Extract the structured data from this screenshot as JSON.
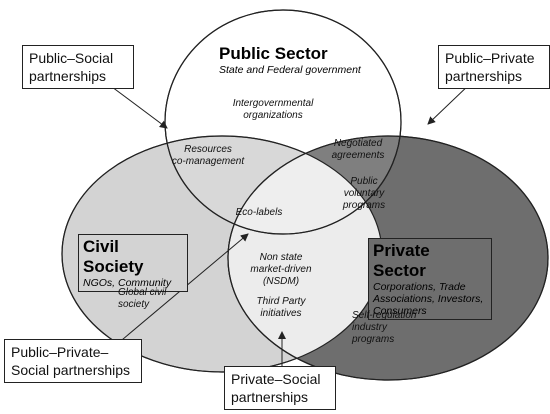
{
  "colors": {
    "civil_fill": "#d3d3d3",
    "private_fill": "#6e6e6e",
    "public_fill": "#ffffff",
    "center_fill": "#ececec",
    "stroke": "#222222"
  },
  "sectors": {
    "public": {
      "title": "Public Sector",
      "subtitle": "State and Federal government"
    },
    "civil": {
      "title": "Civil Society",
      "subtitle": "NGOs, Community"
    },
    "private": {
      "title": "Private Sector",
      "subtitle": "Corporations, Trade\nAssociations, Investors,\nConsumers"
    }
  },
  "regions": {
    "intergovernmental": "Intergovernmental\norganizations",
    "resources": "Resources\nco-management",
    "negotiated": "Negotiated\nagreements",
    "public_voluntary": "Public\nvoluntary\nprograms",
    "eco_labels": "Eco-labels",
    "nsdm": "Non state\nmarket-driven\n(NSDM)",
    "third_party": "Third Party\ninitiatives",
    "global_civil": "Global civil\nsociety",
    "self_regulation": "Self-regulation\nindustry\nprograms"
  },
  "callouts": {
    "public_social": "Public–Social\npartnerships",
    "public_private": "Public–Private\npartnerships",
    "public_private_social": "Public–Private–\nSocial partnerships",
    "private_social": "Private–Social\npartnerships"
  }
}
